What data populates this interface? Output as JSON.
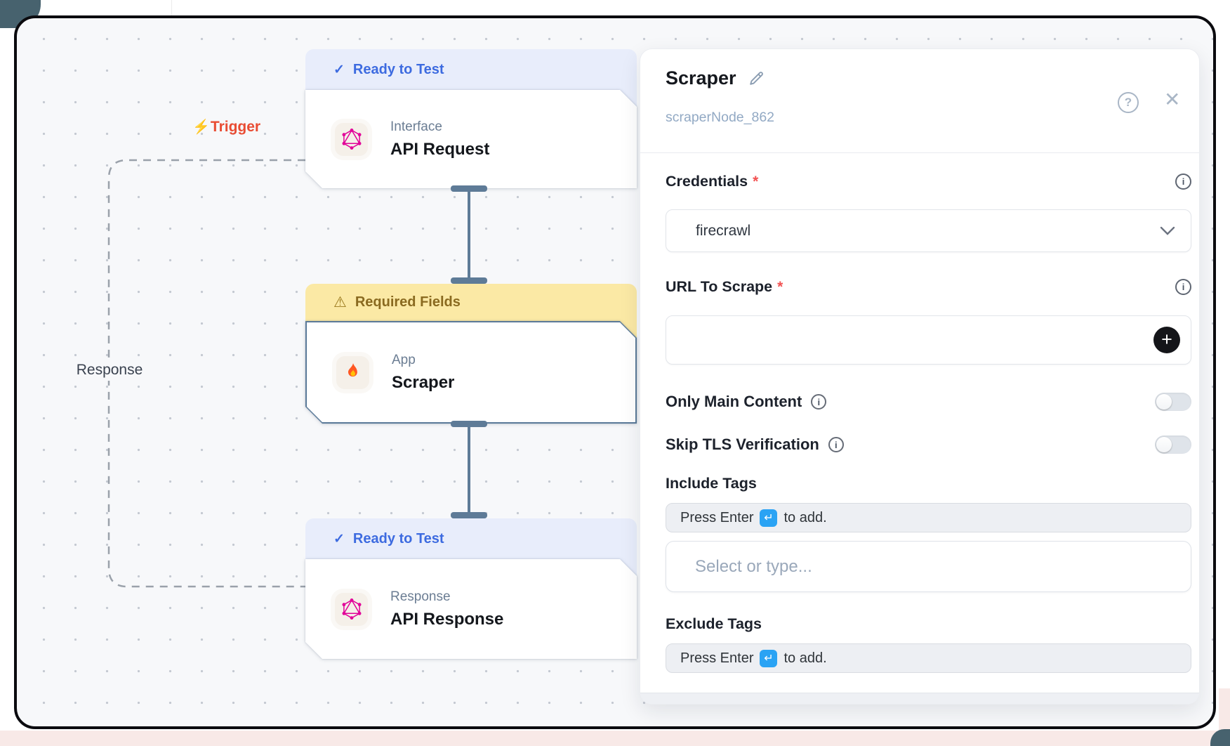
{
  "canvas": {
    "trigger_label": "Trigger",
    "response_label": "Response",
    "nodes": [
      {
        "badge": "Ready to Test",
        "badge_type": "ready",
        "category": "Interface",
        "title": "API Request",
        "icon": "graphql-icon",
        "selected": false
      },
      {
        "badge": "Required Fields",
        "badge_type": "warning",
        "category": "App",
        "title": "Scraper",
        "icon": "fire-icon",
        "selected": true
      },
      {
        "badge": "Ready to Test",
        "badge_type": "ready",
        "category": "Response",
        "title": "API Response",
        "icon": "graphql-icon",
        "selected": false
      }
    ]
  },
  "panel": {
    "title": "Scraper",
    "node_id": "scraperNode_862",
    "credentials": {
      "label": "Credentials",
      "required": true,
      "value": "firecrawl"
    },
    "url": {
      "label": "URL To Scrape",
      "required": true,
      "value": ""
    },
    "only_main_content": {
      "label": "Only Main Content",
      "value": false
    },
    "skip_tls": {
      "label": "Skip TLS Verification",
      "value": false
    },
    "include_tags": {
      "label": "Include Tags",
      "hint_prefix": "Press Enter",
      "hint_suffix": "to add.",
      "placeholder": "Select or type..."
    },
    "exclude_tags": {
      "label": "Exclude Tags",
      "hint_prefix": "Press Enter",
      "hint_suffix": "to add."
    }
  },
  "icons": {
    "check": "✓",
    "warning": "⚠",
    "lightning": "⚡",
    "close": "✕",
    "question": "?",
    "info": "i",
    "plus": "+",
    "enter": "↵",
    "asterisk": "*"
  },
  "colors": {
    "ready_badge_bg": "#e8edfb",
    "ready_badge_text": "#3d6be0",
    "warning_badge_bg": "#fbe9a5",
    "warning_badge_text": "#8a6a20",
    "selected_border": "#5b7a99",
    "connector": "#5e7b97",
    "trigger_text": "#e94c33",
    "enter_key_bg": "#2aa3f4",
    "required_asterisk": "#f25252",
    "canvas_bg": "#f7f8fa",
    "frame_border": "#0b0b0f"
  }
}
